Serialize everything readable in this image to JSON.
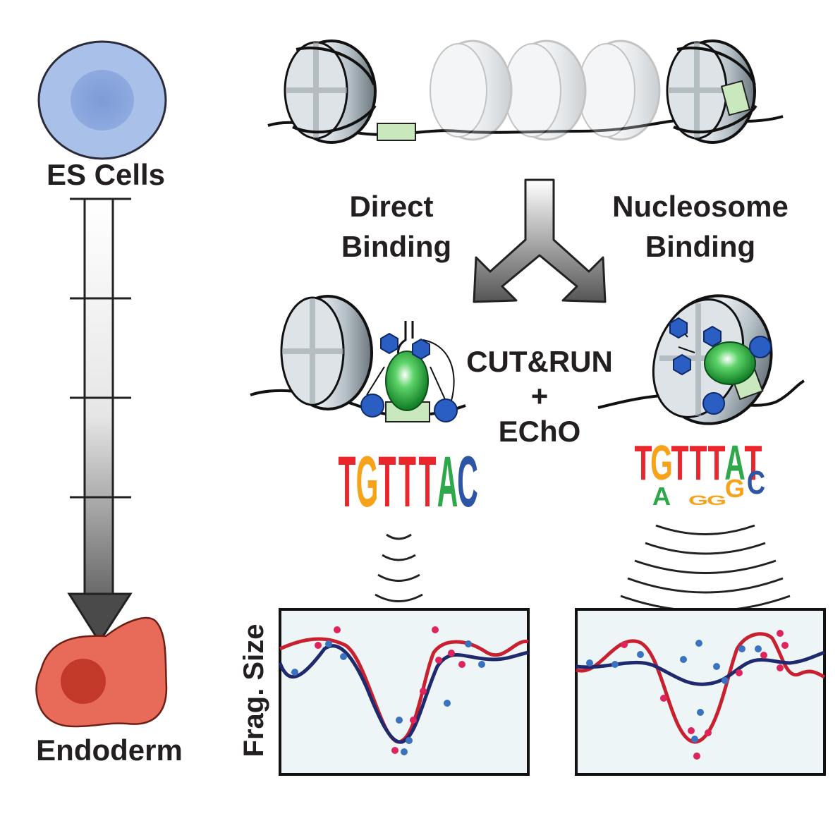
{
  "cells": {
    "top_label": "ES Cells",
    "bottom_label": "Endoderm",
    "top_color": "#a9c1e8",
    "bottom_color": "#e86a58"
  },
  "binding": {
    "left_label_line1": "Direct",
    "left_label_line2": "Binding",
    "right_label_line1": "Nucleosome",
    "right_label_line2": "Binding"
  },
  "method": {
    "line1": "CUT&RUN",
    "line2": "+",
    "line3": "EChO"
  },
  "motifs": {
    "left": [
      {
        "letter": "T",
        "color": "#e8262b"
      },
      {
        "letter": "G",
        "color": "#f7a21b"
      },
      {
        "letter": "T",
        "color": "#e8262b"
      },
      {
        "letter": "T",
        "color": "#e8262b"
      },
      {
        "letter": "T",
        "color": "#e8262b"
      },
      {
        "letter": "A",
        "color": "#2ea84a"
      },
      {
        "letter": "C",
        "color": "#2c55a5"
      }
    ],
    "right_top": [
      {
        "letter": "T",
        "color": "#e8262b"
      },
      {
        "letter": "G",
        "color": "#f7a21b"
      },
      {
        "letter": "T",
        "color": "#e8262b"
      },
      {
        "letter": "T",
        "color": "#e8262b"
      },
      {
        "letter": "T",
        "color": "#e8262b"
      },
      {
        "letter": "A",
        "color": "#2ea84a"
      },
      {
        "letter": "T",
        "color": "#e8262b"
      }
    ],
    "right_secondary": [
      {
        "letter": "A",
        "color": "#2ea84a"
      },
      {
        "letter": "G",
        "color": "#f7a21b"
      },
      {
        "letter": "G",
        "color": "#f7a21b"
      },
      {
        "letter": "G",
        "color": "#f7a21b"
      },
      {
        "letter": "C",
        "color": "#2c55a5"
      }
    ]
  },
  "plots": {
    "ylabel": "Frag. Size",
    "series_colors": {
      "red": "#c8202e",
      "blue": "#1f2a6e"
    },
    "point_colors": {
      "red": "#e0235a",
      "blue": "#3a72c0"
    }
  }
}
